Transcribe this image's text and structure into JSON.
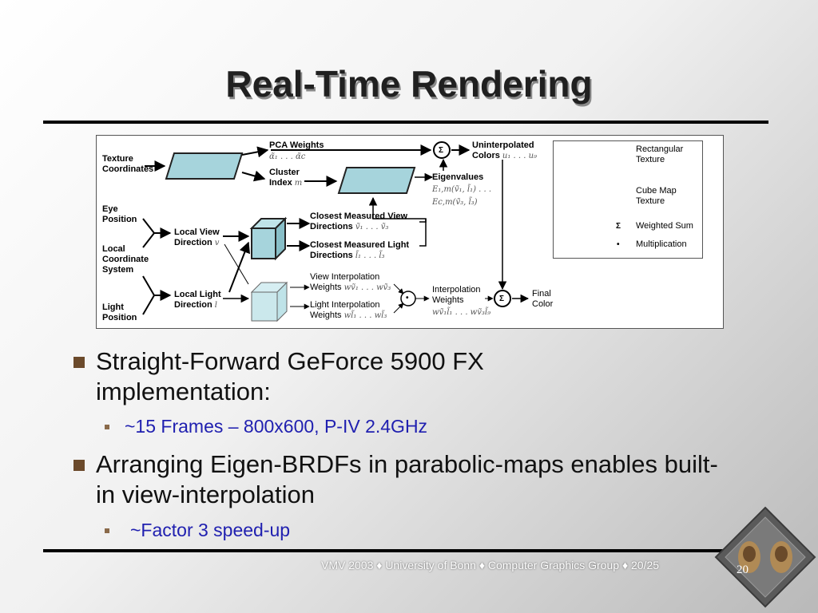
{
  "slide": {
    "title": "Real-Time Rendering",
    "bullets": [
      {
        "text": "Straight-Forward GeForce 5900 FX implementation:",
        "sub": "~15 Frames – 800x600, P-IV 2.4GHz"
      },
      {
        "text": "Arranging Eigen-BRDFs in parabolic-maps enables built-in view-interpolation",
        "sub": "~Factor 3 speed-up"
      }
    ],
    "footer": {
      "venue": "VMV 2003",
      "org": "University of Bonn",
      "group": "Computer Graphics Group",
      "page": "20/25",
      "separator": "♦"
    },
    "seal_page_number": "20"
  },
  "diagram": {
    "inputs": {
      "texture_coordinates": "Texture Coordinates",
      "eye_position": "Eye Position",
      "local_coordinate_system": "Local Coordinate System",
      "light_position": "Light Position"
    },
    "local_view_direction": "Local View Direction",
    "local_view_symbol": "v",
    "local_light_direction": "Local Light Direction",
    "local_light_symbol": "l",
    "pca_weights": "PCA Weights",
    "pca_weights_math": "α̃₁ . . . α̃c",
    "cluster_index": "Cluster Index",
    "cluster_index_math": "m",
    "uninterpolated_colors": "Uninterpolated Colors",
    "uninterpolated_colors_math": "u₁ . . . u₉",
    "eigenvalues": "Eigenvalues",
    "eigenvalues_math1": "E₁,m(ṽ₁, l̃₁) . . .",
    "eigenvalues_math2": "Ec,m(ṽ₃, l̃₃)",
    "closest_view": "Closest Measured View Directions",
    "closest_view_math": "ṽ₁ . . . ṽ₃",
    "closest_light": "Closest Measured Light Directions",
    "closest_light_math": "l̃₁ . . . l̃₃",
    "view_interp_weights": "View Interpolation Weights",
    "view_interp_math": "wṽ₁ . . . wṽ₃",
    "light_interp_weights": "Light Interpolation Weights",
    "light_interp_math": "wl̃₁ . . . wl̃₃",
    "interp_weights": "Interpolation Weights",
    "interp_weights_math": "wṽ₁l̃₁ . . . wṽ₃l̃₉",
    "final_color": "Final Color",
    "sum_symbol": "Σ",
    "mult_symbol": "•",
    "legend": {
      "rect_texture": "Rectangular Texture",
      "cube_map": "Cube Map Texture",
      "weighted_sum": "Weighted Sum",
      "multiplication": "Multiplication"
    },
    "colors": {
      "texture_fill": "#a6d4dc",
      "texture_stroke": "#222222",
      "cube_fill_light": "#bfe3e8"
    }
  }
}
